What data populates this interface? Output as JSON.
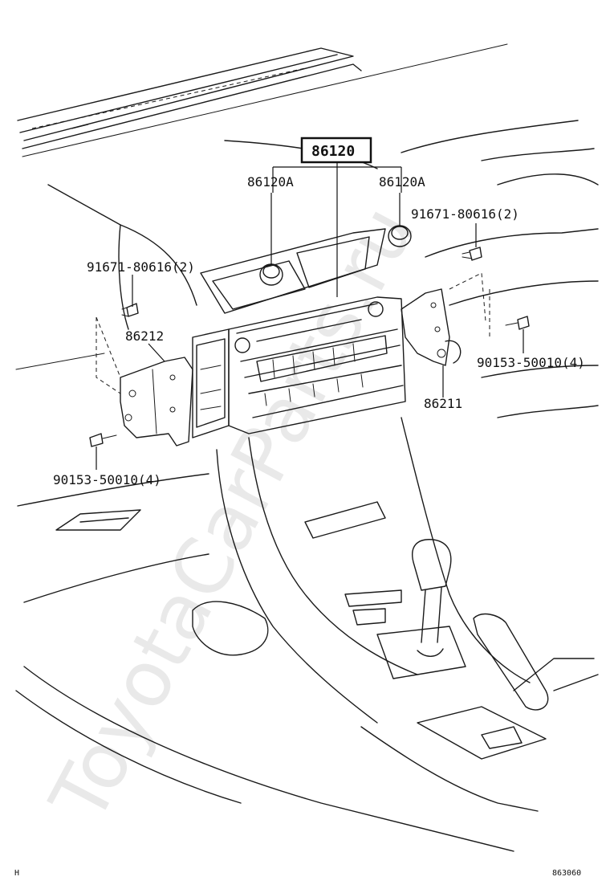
{
  "watermark": "ToyotaCarParts.ru",
  "labels": {
    "main_part": "86120",
    "knob_left": "86120A",
    "knob_right": "86120A",
    "screw_upper_left": "91671-80616(2)",
    "screw_upper_right": "91671-80616(2)",
    "bracket_left": "86212",
    "bracket_right": "86211",
    "bolt_right": "90153-50010(4)",
    "bolt_left": "90153-50010(4)"
  },
  "corner": {
    "left": "H",
    "right": "863060"
  }
}
